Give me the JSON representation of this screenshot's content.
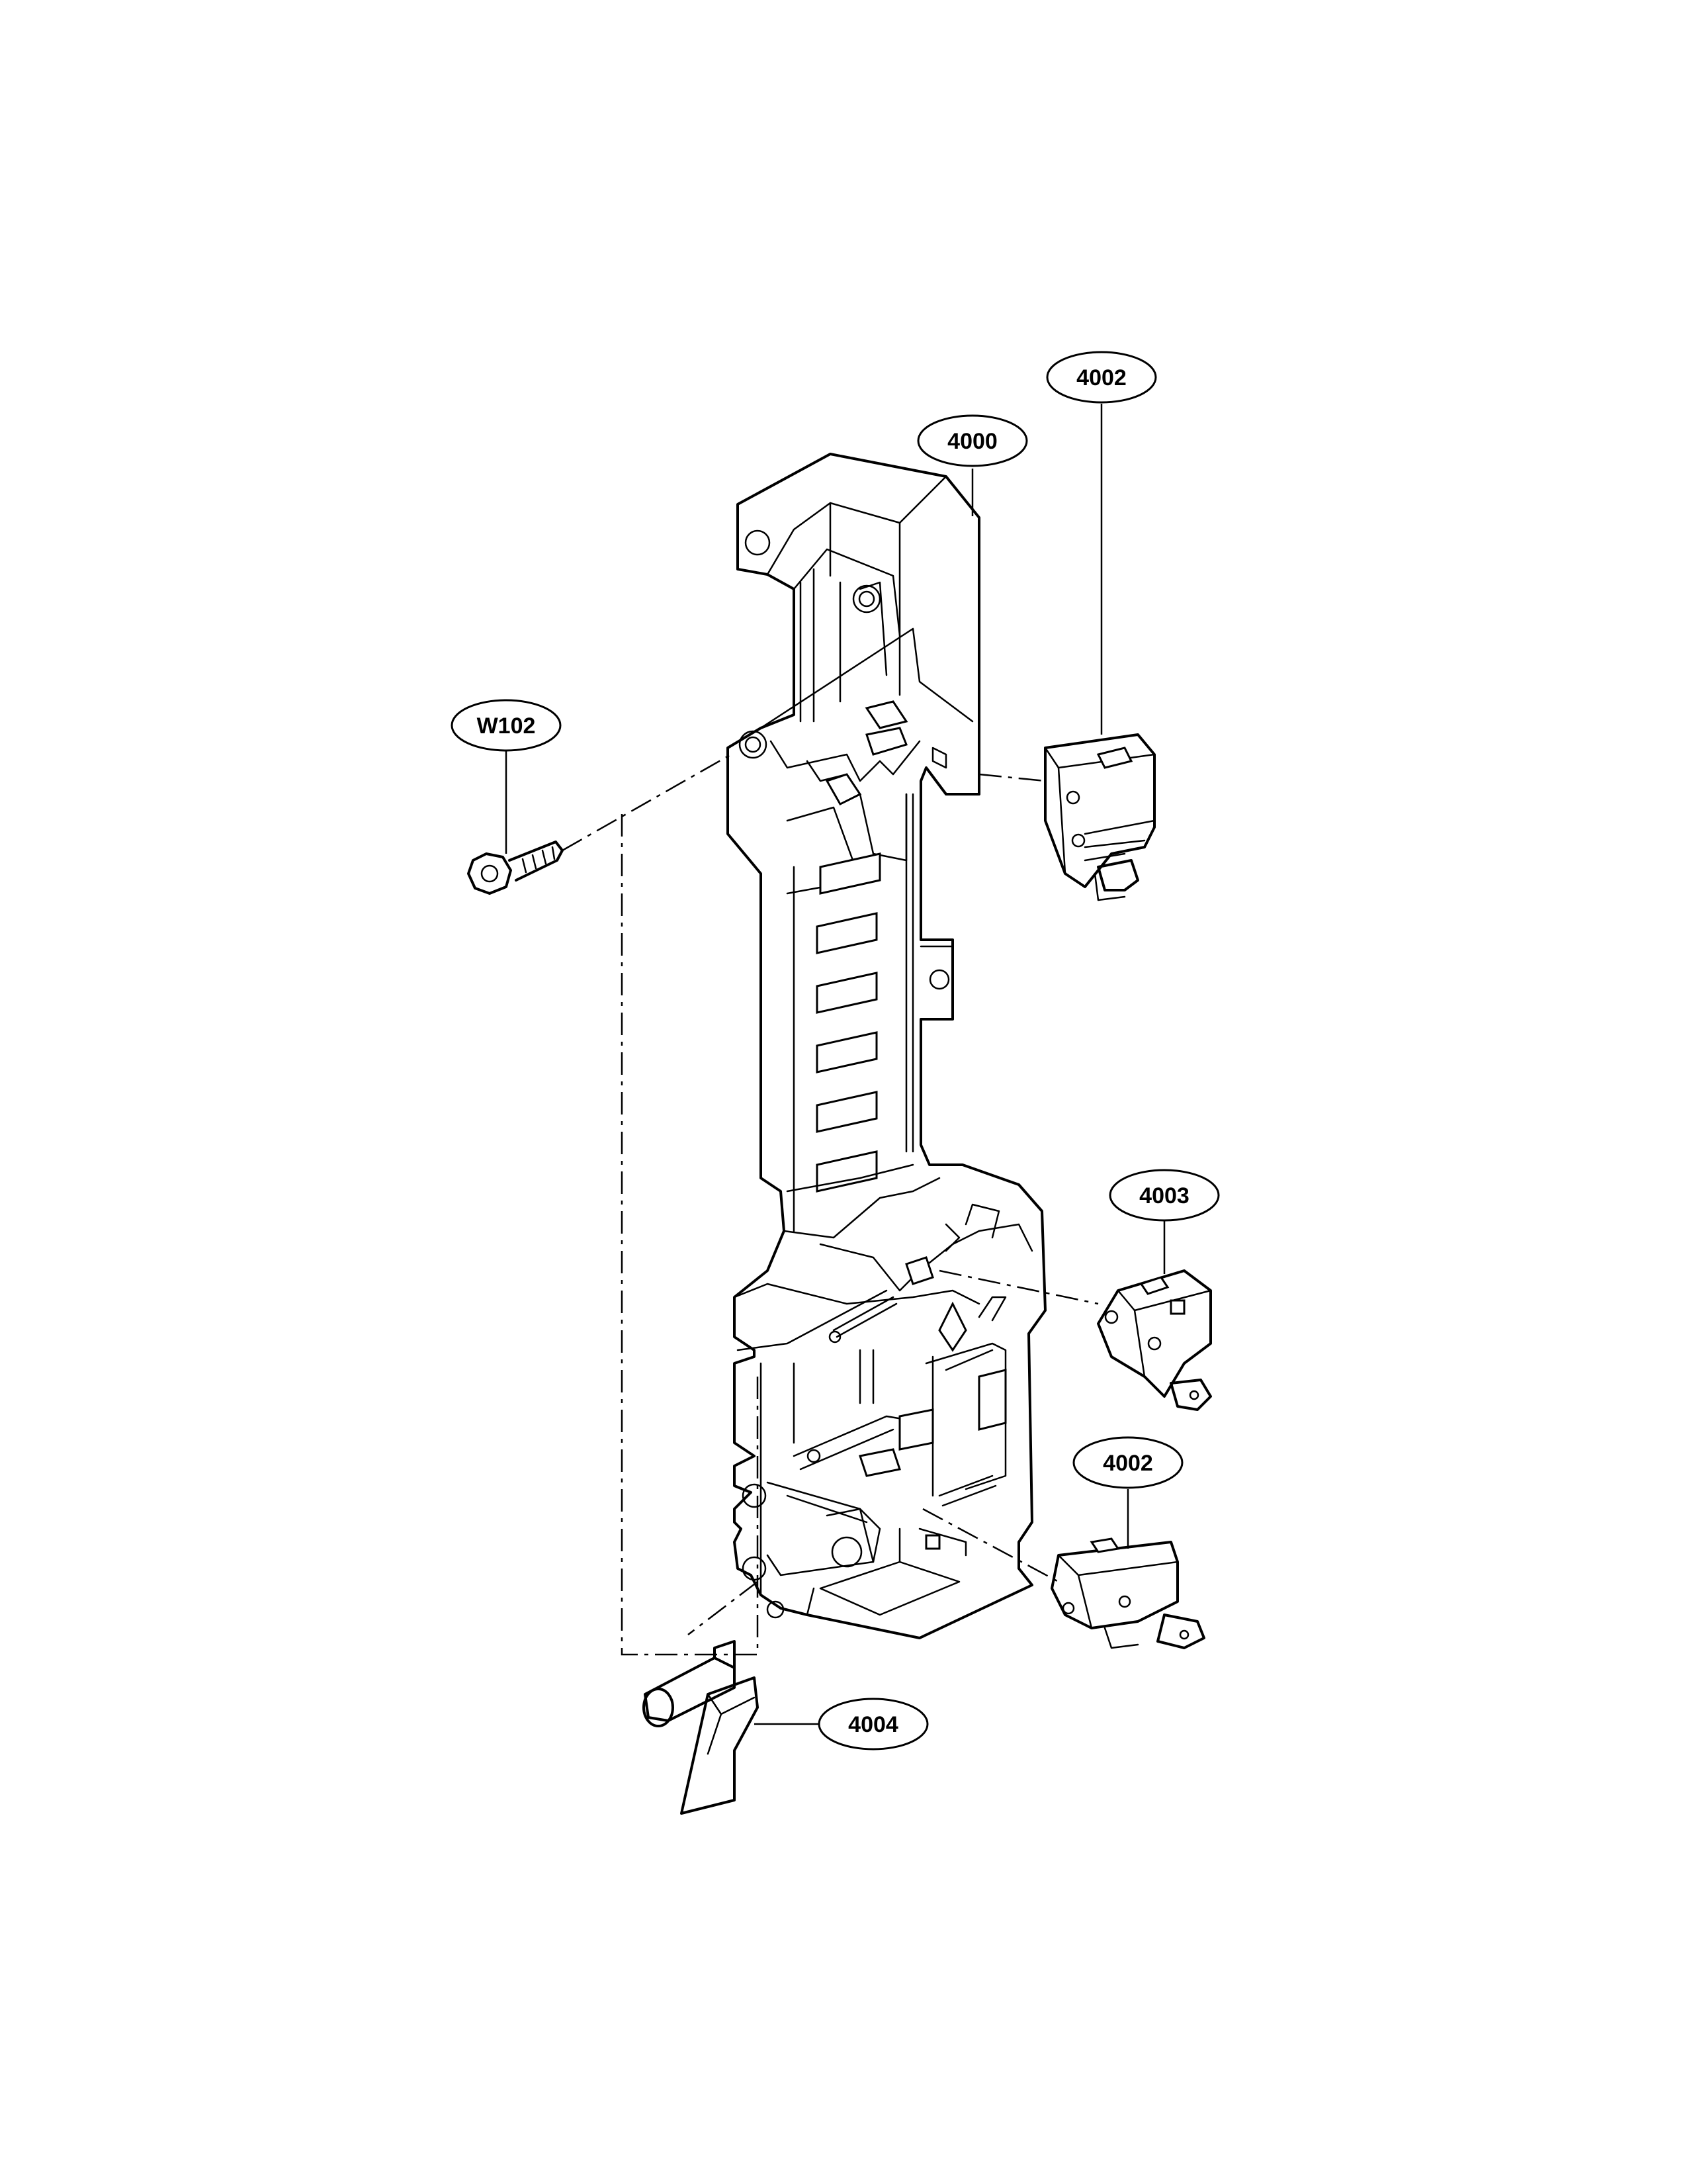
{
  "callouts": {
    "c4000": "4000",
    "c4002_top": "4002",
    "cW102": "W102",
    "c4003": "4003",
    "c4002_bottom": "4002",
    "c4004": "4004"
  }
}
